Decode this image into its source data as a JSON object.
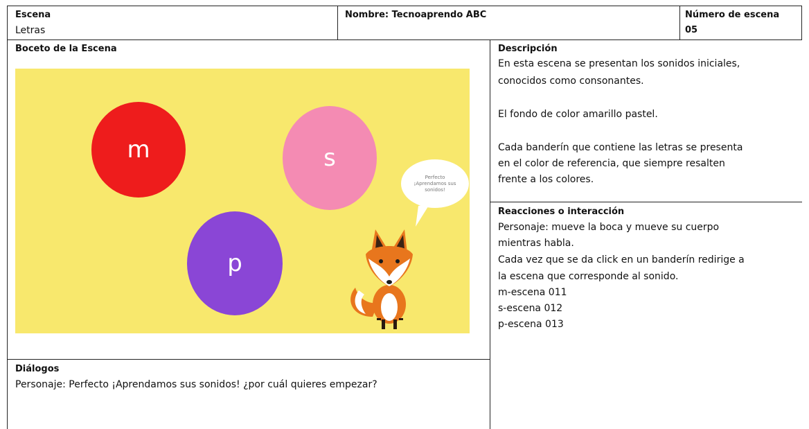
{
  "header": {
    "scene_label": "Escena",
    "scene_value": "Letras",
    "name_label": "Nombre: Tecnoaprendo ABC",
    "number_label": "Número de escena",
    "number_value": "05"
  },
  "sketch": {
    "title": "Boceto de la Escena",
    "letters": [
      {
        "letter": "m",
        "color": "#ee1c1c"
      },
      {
        "letter": "s",
        "color": "#f48bb3"
      },
      {
        "letter": "p",
        "color": "#8a46d6"
      }
    ],
    "bubble_lines": [
      "Perfecto",
      "¡Aprendamos sus",
      "sonidos!"
    ],
    "background_color": "#f8e86d"
  },
  "description": {
    "title": "Descripción",
    "lines": [
      "En esta escena se presentan los sonidos iniciales,",
      "conocidos como consonantes.",
      "",
      "El fondo de color amarillo pastel.",
      "",
      "Cada banderín que contiene las letras se presenta",
      "en el color de referencia, que siempre resalten",
      "frente a los colores."
    ]
  },
  "reactions": {
    "title": "Reacciones o interacción",
    "lines": [
      "Personaje: mueve la boca y mueve su cuerpo",
      "mientras habla.",
      "Cada vez que se da click en un banderín redirige a",
      "la escena que corresponde al sonido.",
      "m-escena 011",
      "s-escena 012",
      "p-escena 013"
    ]
  },
  "dialogs": {
    "title": "Diálogos",
    "text": "Personaje: Perfecto ¡Aprendamos sus sonidos! ¿por cuál quieres empezar?"
  }
}
